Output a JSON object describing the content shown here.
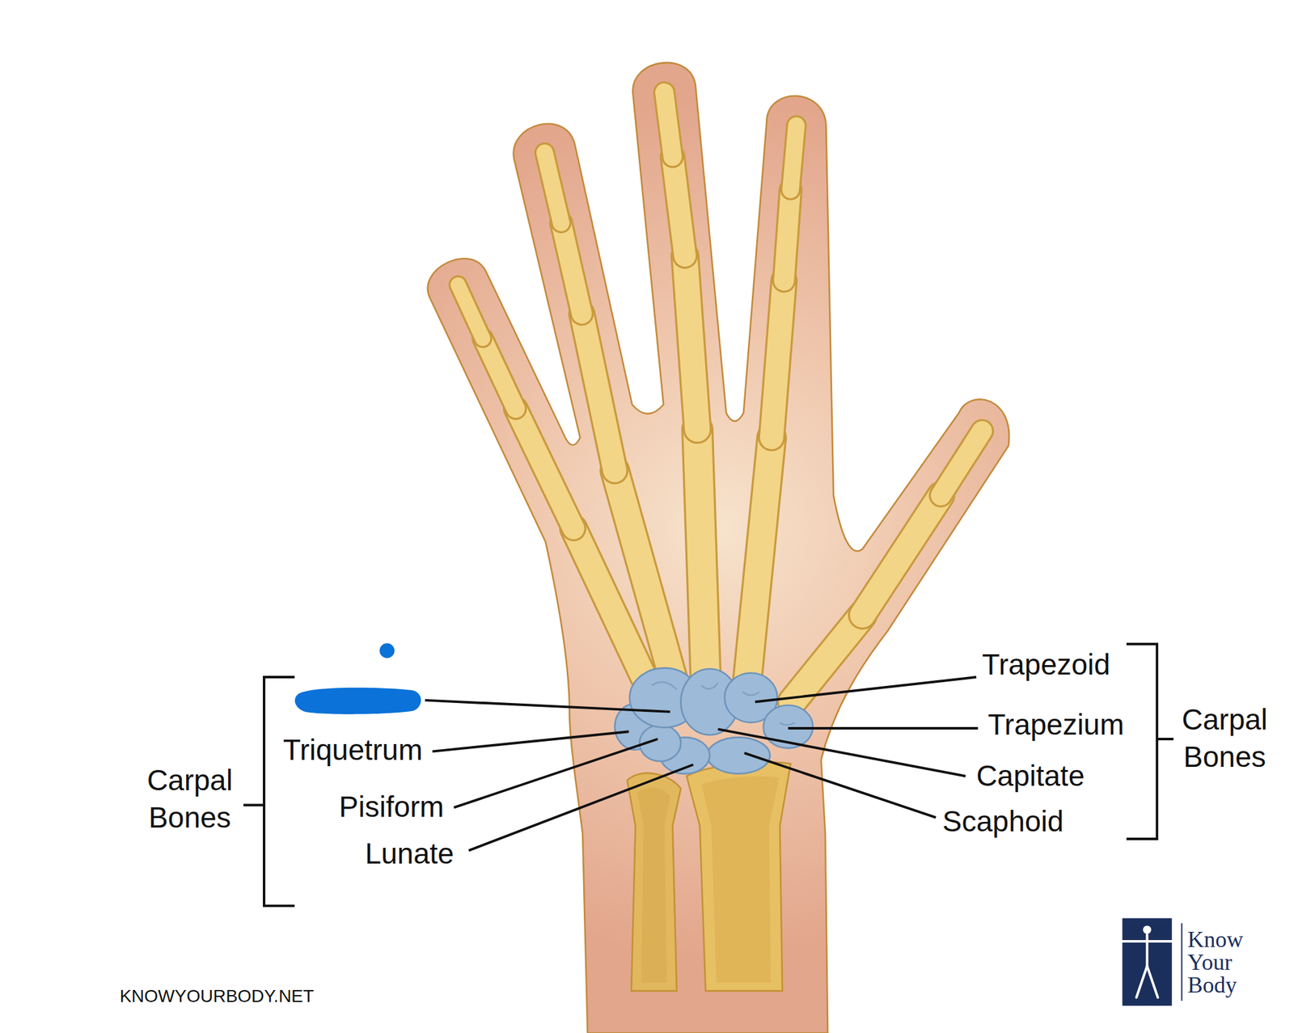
{
  "diagram": {
    "labels": [
      "Triquetrum",
      "Pisiform",
      "Lunate",
      "Carpal Bones",
      "Trapezoid",
      "Trapezium",
      "Capitate",
      "Scaphoid",
      "Carpal Bones",
      "KNOWYOURBODY.NET",
      "Know Your Body"
    ]
  }
}
